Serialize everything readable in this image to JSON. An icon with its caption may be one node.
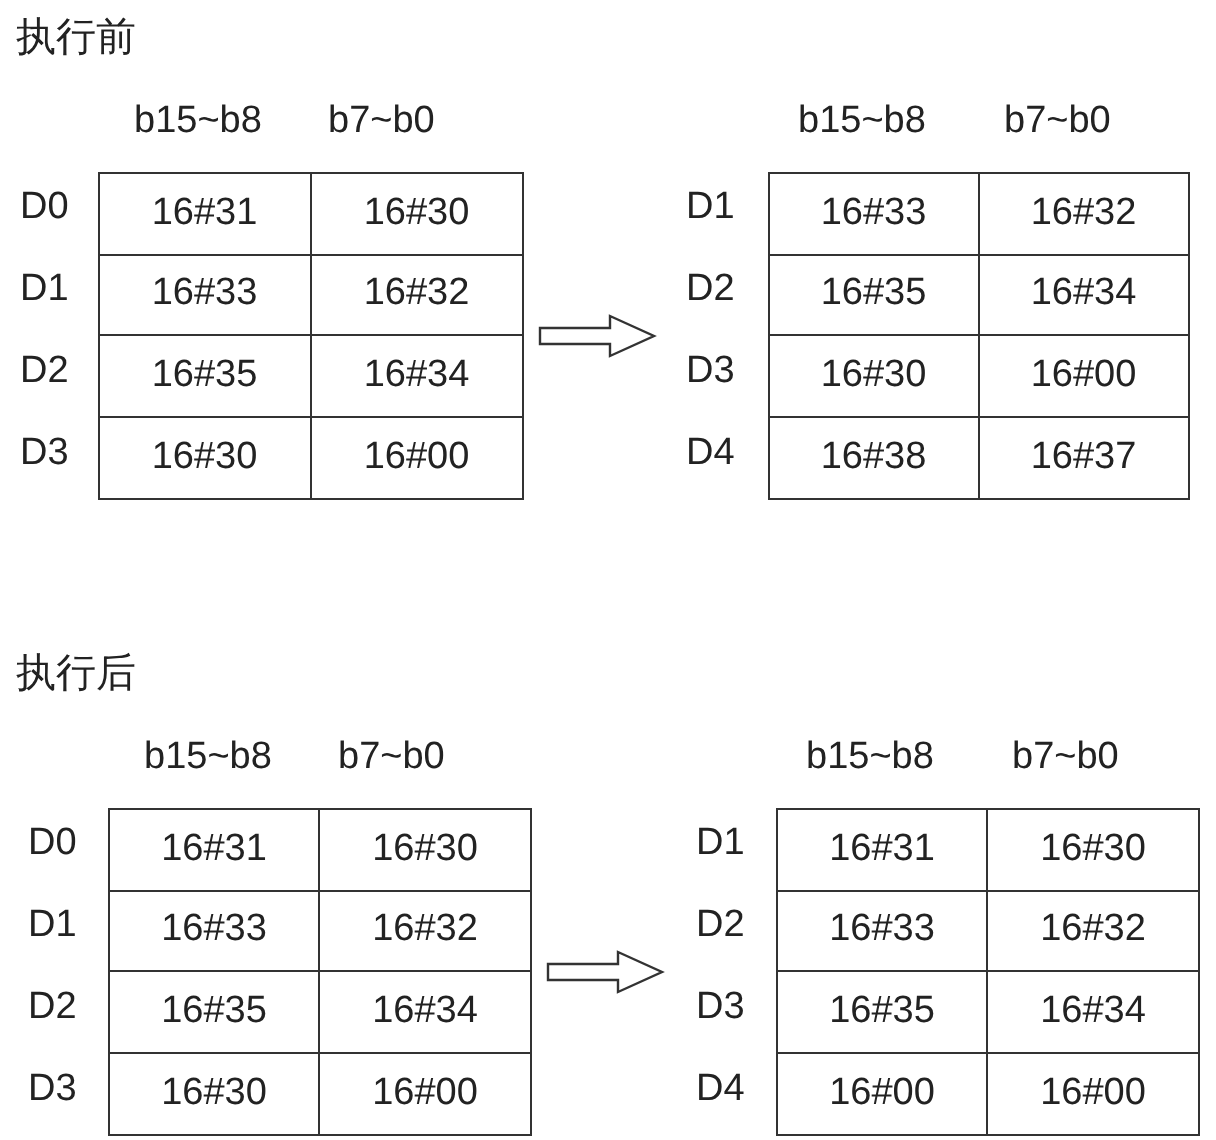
{
  "diagram": {
    "nodes": [
      {
        "text": [
          "16#31",
          "16#30",
          "16#33",
          "16#32",
          "16#35",
          "16#34",
          "16#30",
          "16#00"
        ]
      },
      {
        "text": [
          "16#33",
          "16#32",
          "16#35",
          "16#34",
          "16#30",
          "16#00",
          "16#38",
          "16#37"
        ]
      },
      {
        "text": [
          "16#31",
          "16#30",
          "16#33",
          "16#32",
          "16#35",
          "16#34",
          "16#30",
          "16#00"
        ]
      },
      {
        "text": [
          "16#31",
          "16#30",
          "16#33",
          "16#32",
          "16#35",
          "16#34",
          "16#00",
          "16#00"
        ]
      }
    ],
    "edges": [
      {
        "from": 0,
        "to": 1,
        "arrow": "to"
      },
      {
        "from": 2,
        "to": 3,
        "arrow": "to"
      }
    ],
    "labels": [
      "执行前",
      "b15~b8",
      "b7~b0",
      "b15~b8",
      "b7~b0",
      "D0",
      "D1",
      "D2",
      "D3",
      "D1",
      "D2",
      "D3",
      "D4",
      "执行后",
      "b15~b8",
      "b7~b0",
      "b15~b8",
      "b7~b0",
      "D0",
      "D1",
      "D2",
      "D3",
      "D1",
      "D2",
      "D3",
      "D4"
    ]
  }
}
